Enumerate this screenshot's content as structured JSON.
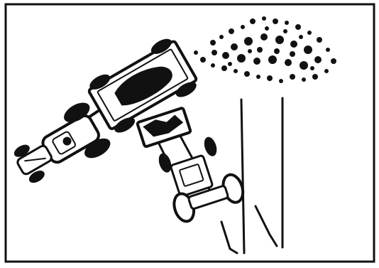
{
  "illustration": {
    "style": "black line drawing on white",
    "colors": {
      "ink": "#111111",
      "paper": "#ffffff"
    },
    "elements": [
      "border-frame",
      "tractor",
      "trailer-with-load",
      "loader-tractor",
      "shrub-pile",
      "tracks"
    ]
  }
}
